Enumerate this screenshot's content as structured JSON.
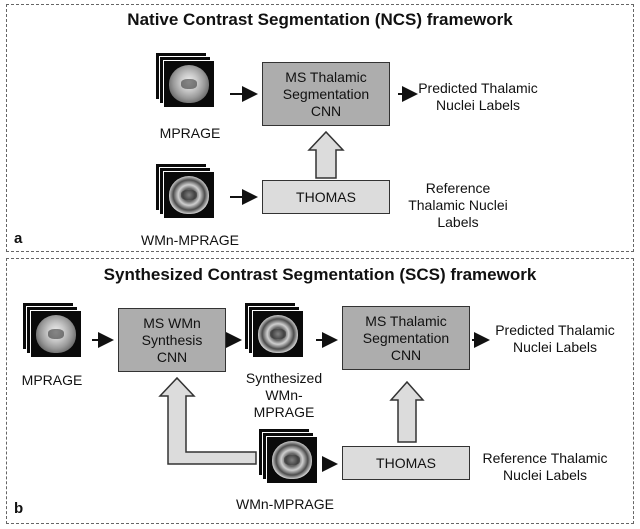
{
  "panel_a": {
    "title": "Native Contrast Segmentation (NCS) framework",
    "label": "a",
    "input_mprage": "MPRAGE",
    "input_wmn": "WMn-MPRAGE",
    "cnn_box": "MS Thalamic Segmentation CNN",
    "thomas_box": "THOMAS",
    "output_predicted": "Predicted Thalamic Nuclei Labels",
    "output_reference": "Reference Thalamic Nuclei Labels"
  },
  "panel_b": {
    "title": "Synthesized Contrast Segmentation (SCS) framework",
    "label": "b",
    "input_mprage": "MPRAGE",
    "synthesis_box": "MS WMn Synthesis CNN",
    "synthesized_label": "Synthesized WMn-MPRAGE",
    "cnn_box": "MS Thalamic Segmentation CNN",
    "thomas_box": "THOMAS",
    "input_wmn": "WMn-MPRAGE",
    "output_predicted": "Predicted Thalamic Nuclei Labels",
    "output_reference": "Reference Thalamic Nuclei Labels"
  },
  "colors": {
    "dark_box": "#adadad",
    "light_box": "#dcdcdc",
    "border": "#333333"
  }
}
